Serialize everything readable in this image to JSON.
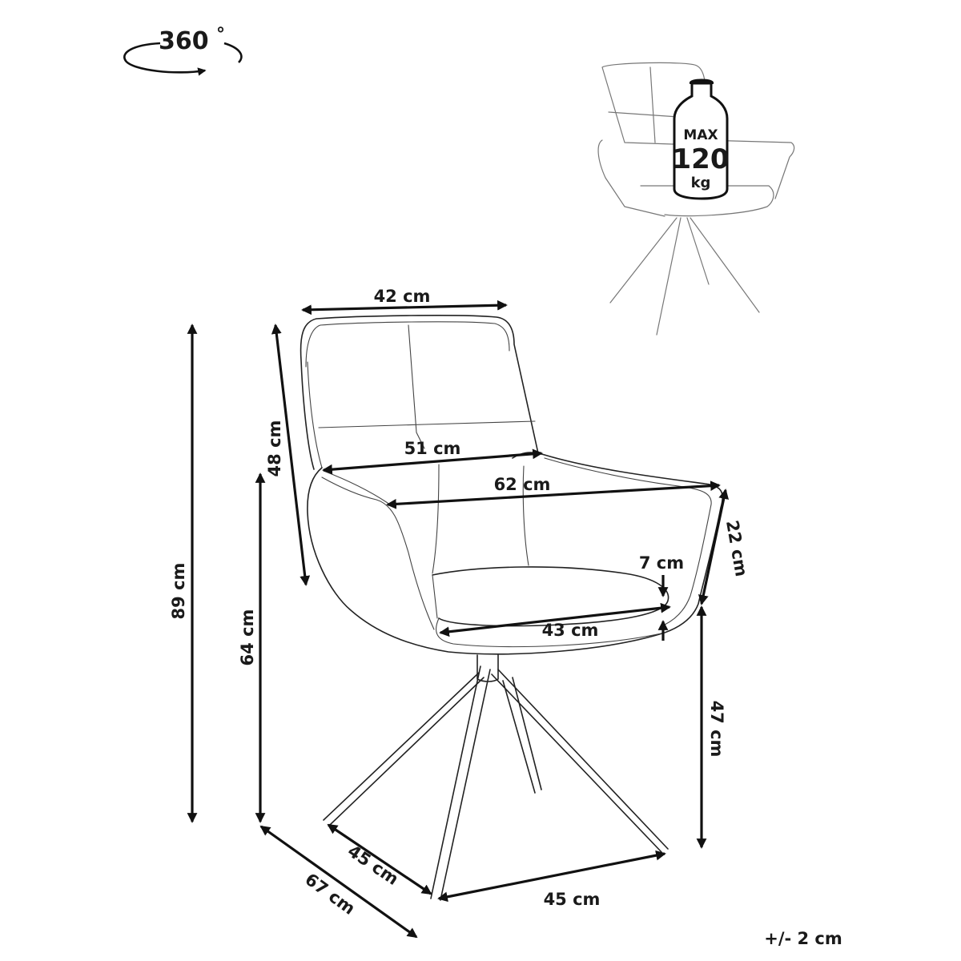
{
  "rotation": {
    "label": "360",
    "degree_symbol": "°"
  },
  "weight_badge": {
    "line1": "MAX",
    "line2": "120",
    "line3": "kg"
  },
  "dimensions": {
    "seat_back_width": "42 cm",
    "backrest_height": "48 cm",
    "inner_width": "51 cm",
    "overall_width": "62 cm",
    "armrest_height": "22 cm",
    "cushion_thickness": "7 cm",
    "seat_width": "43 cm",
    "total_height": "89 cm",
    "armrest_floor_height": "64 cm",
    "seat_height": "47 cm",
    "base_depth": "45 cm",
    "base_width": "45 cm",
    "overall_depth": "67 cm"
  },
  "tolerance": "+/- 2 cm"
}
